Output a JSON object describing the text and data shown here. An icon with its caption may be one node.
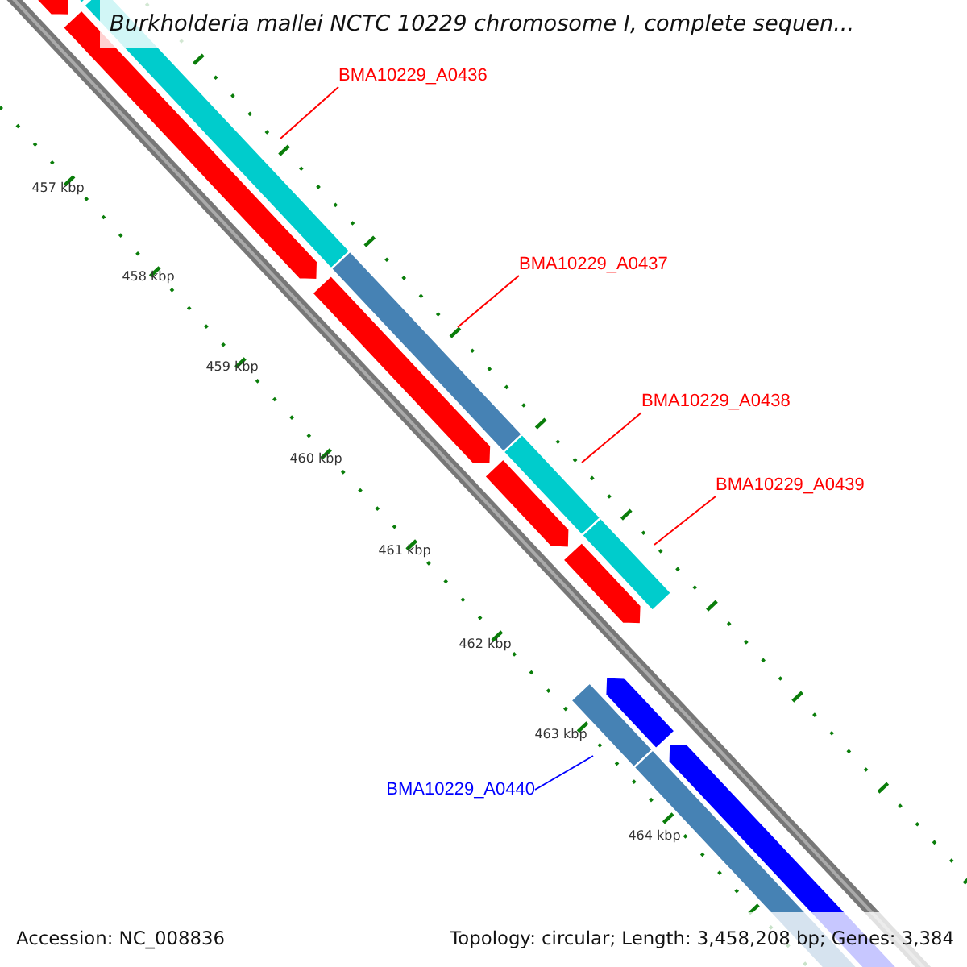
{
  "diagram": {
    "title": "Burkholderia mallei NCTC 10229 chromosome I, complete sequen...",
    "nodes": [
      {
        "text": [
          "BMA10229_A0436"
        ]
      },
      {
        "text": [
          "BMA10229_A0437"
        ]
      },
      {
        "text": [
          "BMA10229_A0438"
        ]
      },
      {
        "text": [
          "BMA10229_A0439"
        ]
      },
      {
        "text": [
          "BMA10229_A0440"
        ]
      }
    ],
    "edges": [
      {
        "from": 0,
        "to": null,
        "arrow": "none"
      },
      {
        "from": 1,
        "to": null,
        "arrow": "none"
      },
      {
        "from": 2,
        "to": null,
        "arrow": "none"
      },
      {
        "from": 3,
        "to": null,
        "arrow": "none"
      },
      {
        "from": 4,
        "to": null,
        "arrow": "none",
        "color": "#0000ff"
      }
    ],
    "labels": [
      "457 kbp",
      "458 kbp",
      "459 kbp",
      "460 kbp",
      "461 kbp",
      "462 kbp",
      "463 kbp",
      "464 kbp",
      "Accession: NC_008836",
      "Topology: circular; Length: 3,458,208 bp; Genes: 3,384"
    ]
  }
}
